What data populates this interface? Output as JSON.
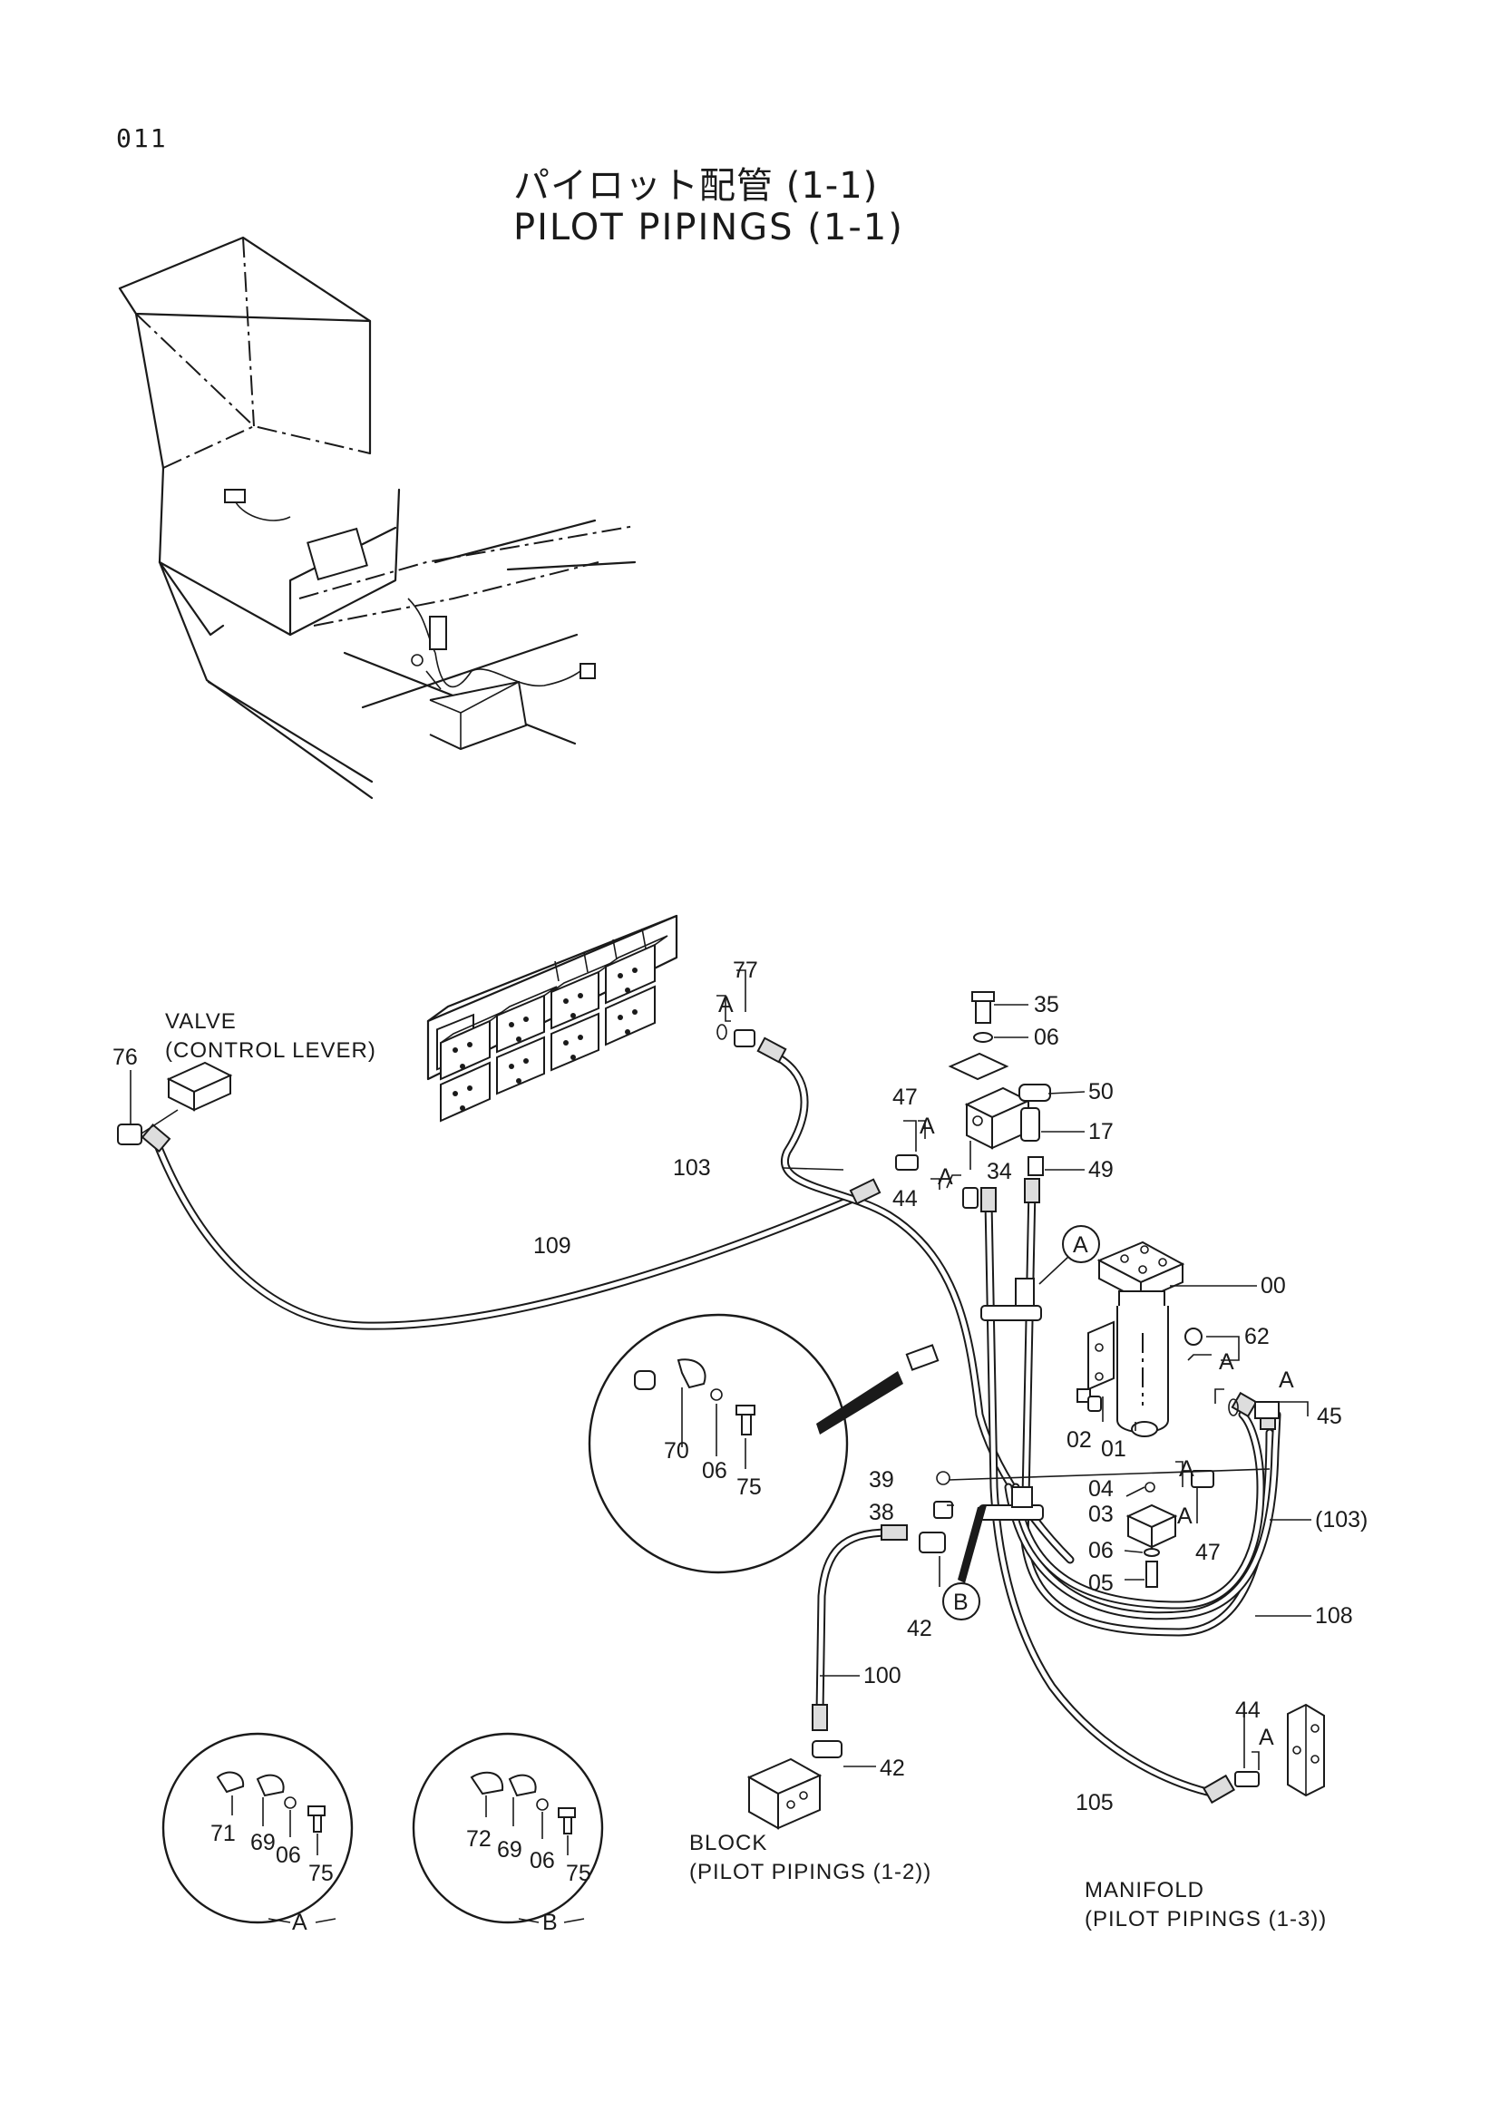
{
  "page_number": "011",
  "title_jp": "パイロット配管 (1-1)",
  "title_en": "PILOT PIPINGS (1-1)",
  "callouts": {
    "valve": "VALVE",
    "control_lever": "(CONTROL LEVER)",
    "block": "BLOCK",
    "block_ref": "(PILOT PIPINGS (1-2))",
    "manifold": "MANIFOLD",
    "manifold_ref": "(PILOT PIPINGS (1-3))"
  },
  "part_labels": {
    "p00": "00",
    "p01": "01",
    "p02": "02",
    "p03": "03",
    "p04": "04",
    "p05": "05",
    "p06a": "06",
    "p06b": "06",
    "p06c": "06",
    "p06d": "06",
    "p06e": "06",
    "p17": "17",
    "p34": "34",
    "p35": "35",
    "p38": "38",
    "p39": "39",
    "p42a": "42",
    "p42b": "42",
    "p44a": "44",
    "p44b": "44",
    "p45": "45",
    "p47a": "47",
    "p47b": "47",
    "p49": "49",
    "p50": "50",
    "p62": "62",
    "p69a": "69",
    "p69b": "69",
    "p70": "70",
    "p71": "71",
    "p72": "72",
    "p75a": "75",
    "p75b": "75",
    "p75c": "75",
    "p76": "76",
    "p77": "77",
    "p100": "100",
    "p103a": "103",
    "p103b": "(103)",
    "p105": "105",
    "p108": "108",
    "p109": "109"
  },
  "detail_markers": {
    "a1": "A",
    "a2": "A",
    "a3": "A",
    "a4": "A",
    "a5": "A",
    "a6": "A",
    "a7": "A",
    "a8": "A",
    "circle_a": "A",
    "circle_b": "B",
    "detail_a": "A",
    "detail_b": "B"
  }
}
